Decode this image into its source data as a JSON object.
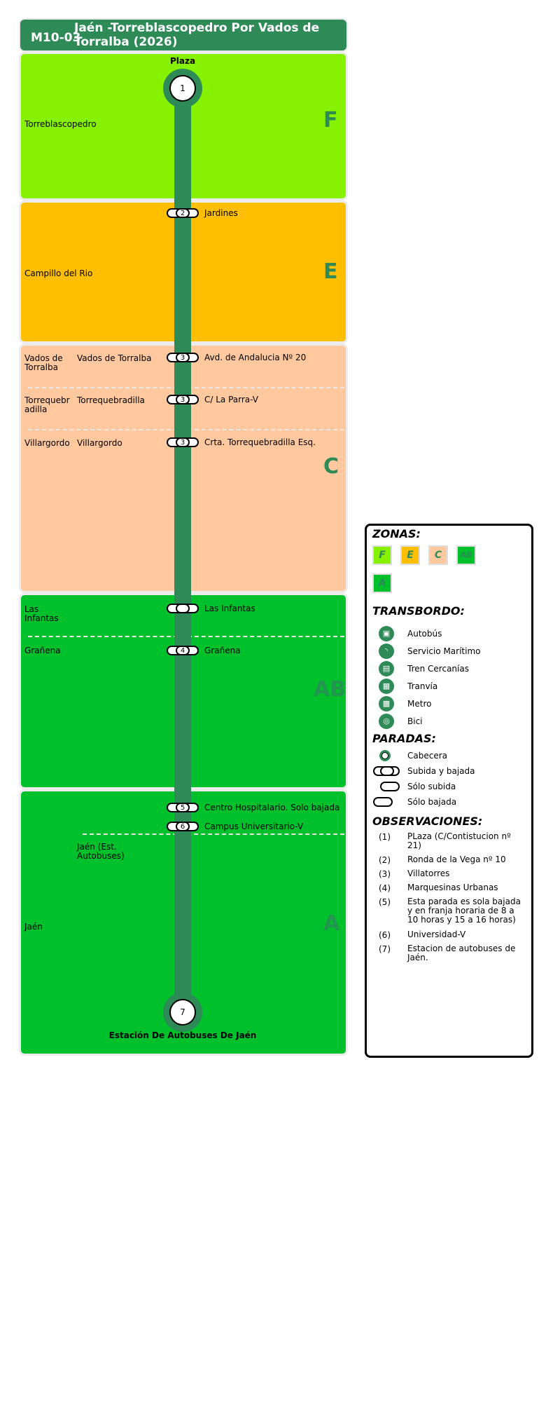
{
  "colors": {
    "brand": "#2e8b57",
    "zone_f": "#86f200",
    "zone_e": "#ffbf00",
    "zone_c": "#ffc89e",
    "zone_ab": "#00c02c",
    "zone_a": "#00c02c"
  },
  "header": {
    "code": "M10-03",
    "title": "Jaén -Torreblascopedro Por Vados de Torralba (2026)"
  },
  "zones": {
    "f": {
      "letter": "F",
      "municipality": "Torreblascopedro"
    },
    "e": {
      "letter": "E",
      "municipality": "Campillo del Rio"
    },
    "c": {
      "letter": "C"
    },
    "ab": {
      "letter": "AB"
    },
    "a": {
      "letter": "A",
      "municipality": "Jaén"
    }
  },
  "localities": {
    "vados_muni": "Vados de Torralba",
    "vados_loc": "Vados de Torralba",
    "torreq_muni": "Torrequebr adilla",
    "torreq_loc": "Torrequebradilla",
    "villar_muni": "Villargordo",
    "villar_loc": "Villargordo",
    "infantes_muni": "Las Infantas",
    "granena_muni": "Grañena",
    "jaen_est_loc": "Jaén (Est. Autobuses)"
  },
  "terminals": {
    "start": {
      "label": "Plaza",
      "number": "1"
    },
    "end": {
      "label": "Estación De Autobuses De Jaén",
      "number": "7"
    }
  },
  "stops": [
    {
      "name": "Jardines",
      "note": "2"
    },
    {
      "name": "Avd. de Andalucia Nº 20",
      "note": "3"
    },
    {
      "name": "C/ La Parra-V",
      "note": "3"
    },
    {
      "name": "Crta. Torrequebradilla Esq.",
      "note": "3"
    },
    {
      "name": "Las Infantas",
      "note": ""
    },
    {
      "name": "Grañena",
      "note": "4"
    },
    {
      "name": "Centro Hospitalario. Solo bajada",
      "note": "5"
    },
    {
      "name": "Campus Universitario-V",
      "note": "6"
    }
  ],
  "legend": {
    "zones_title": "ZONAS:",
    "zone_swatches": [
      {
        "label": "F",
        "color": "#86f200",
        "text_color": "#2e8b57"
      },
      {
        "label": "E",
        "color": "#ffbf00",
        "text_color": "#2e8b57"
      },
      {
        "label": "C",
        "color": "#ffc89e",
        "text_color": "#2e8b57"
      },
      {
        "label": "AB",
        "color": "#00c02c",
        "text_color": "#2e8b57"
      },
      {
        "label": "A",
        "color": "#00c02c",
        "text_color": "#2e8b57"
      }
    ],
    "transfer_title": "TRANSBORDO:",
    "transfers": [
      {
        "label": "Autobús",
        "icon": "bus-icon"
      },
      {
        "label": "Servicio Marítimo",
        "icon": "ferry-icon"
      },
      {
        "label": "Tren Cercanías",
        "icon": "train-icon"
      },
      {
        "label": "Tranvía",
        "icon": "tram-icon"
      },
      {
        "label": "Metro",
        "icon": "metro-icon"
      },
      {
        "label": "Bici",
        "icon": "bike-icon"
      }
    ],
    "stops_title": "PARADAS:",
    "stop_types": [
      {
        "label": "Cabecera"
      },
      {
        "label": "Subida y bajada"
      },
      {
        "label": "Sólo subida"
      },
      {
        "label": "Sólo bajada"
      }
    ],
    "obs_title": "OBSERVACIONES:",
    "observations": [
      {
        "num": "(1)",
        "text": "PLaza (C/Contistucion nº 21)"
      },
      {
        "num": "(2)",
        "text": "Ronda de la Vega nº 10"
      },
      {
        "num": "(3)",
        "text": "Villatorres"
      },
      {
        "num": "(4)",
        "text": "Marquesinas Urbanas"
      },
      {
        "num": "(5)",
        "text": "Esta parada es sola bajada y en franja horaria de 8 a 10 horas y 15 a 16 horas)"
      },
      {
        "num": "(6)",
        "text": "Universidad-V"
      },
      {
        "num": "(7)",
        "text": "Estacion de autobuses de Jaén."
      }
    ]
  }
}
